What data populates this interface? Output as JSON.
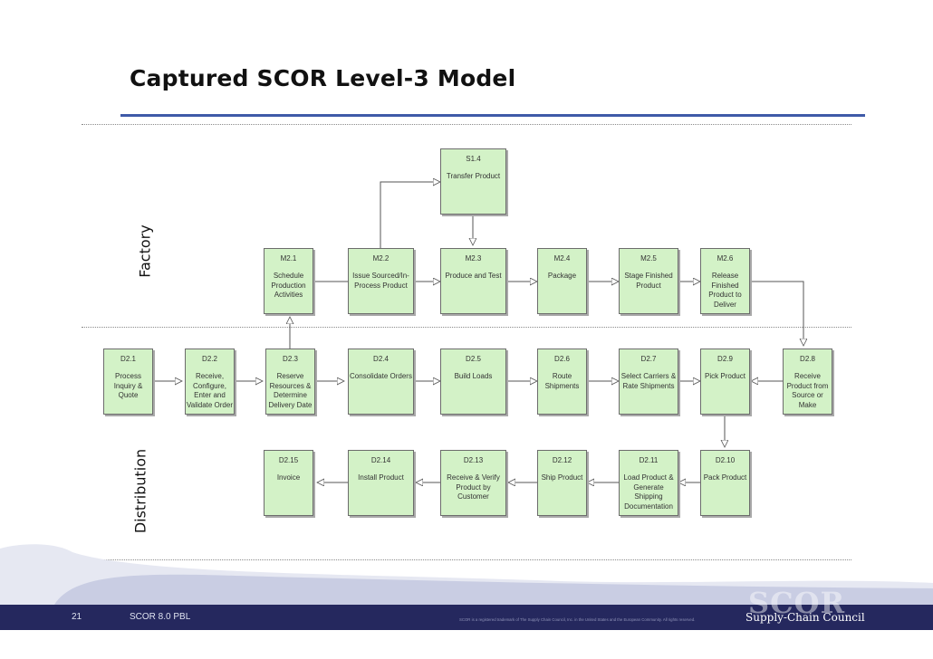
{
  "title": "Captured SCOR Level-3 Model",
  "lanes": {
    "top": "Factory",
    "bottom": "Distribution"
  },
  "boxes": {
    "S1_4": {
      "id": "S1.4",
      "label": "Transfer Product"
    },
    "M2_1": {
      "id": "M2.1",
      "label": "Schedule Production Activities"
    },
    "M2_2": {
      "id": "M2.2",
      "label": "Issue Sourced/In-Process Product"
    },
    "M2_3": {
      "id": "M2.3",
      "label": "Produce and Test"
    },
    "M2_4": {
      "id": "M2.4",
      "label": "Package"
    },
    "M2_5": {
      "id": "M2.5",
      "label": "Stage Finished Product"
    },
    "M2_6": {
      "id": "M2.6",
      "label": "Release Finished Product to Deliver"
    },
    "D2_1": {
      "id": "D2.1",
      "label": "Process Inquiry & Quote"
    },
    "D2_2": {
      "id": "D2.2",
      "label": "Receive, Configure, Enter and Validate Order"
    },
    "D2_3": {
      "id": "D2.3",
      "label": "Reserve Resources & Determine Delivery Date"
    },
    "D2_4": {
      "id": "D2.4",
      "label": "Consolidate Orders"
    },
    "D2_5": {
      "id": "D2.5",
      "label": "Build Loads"
    },
    "D2_6": {
      "id": "D2.6",
      "label": "Route Shipments"
    },
    "D2_7": {
      "id": "D2.7",
      "label": "Select Carriers & Rate Shipments"
    },
    "D2_9": {
      "id": "D2.9",
      "label": "Pick Product"
    },
    "D2_8": {
      "id": "D2.8",
      "label": "Receive Product from Source or Make"
    },
    "D2_15": {
      "id": "D2.15",
      "label": "Invoice"
    },
    "D2_14": {
      "id": "D2.14",
      "label": "Install Product"
    },
    "D2_13": {
      "id": "D2.13",
      "label": "Receive & Verify Product by Customer"
    },
    "D2_12": {
      "id": "D2.12",
      "label": "Ship Product"
    },
    "D2_11": {
      "id": "D2.11",
      "label": "Load Product & Generate Shipping Documentation"
    },
    "D2_10": {
      "id": "D2.10",
      "label": "Pack Product"
    }
  },
  "footer": {
    "page_number": "21",
    "course": "SCOR 8.0 PBL",
    "trademark": "SCOR is a registered trademark of The Supply Chain Council, Inc. in the United States and the European Community. All rights reserved.",
    "brand": "Supply-Chain Council",
    "logo": "SCOR"
  },
  "colors": {
    "box_fill": "#d3f2c7",
    "title_rule": "#3f5aa8",
    "footer": "#25285e"
  }
}
